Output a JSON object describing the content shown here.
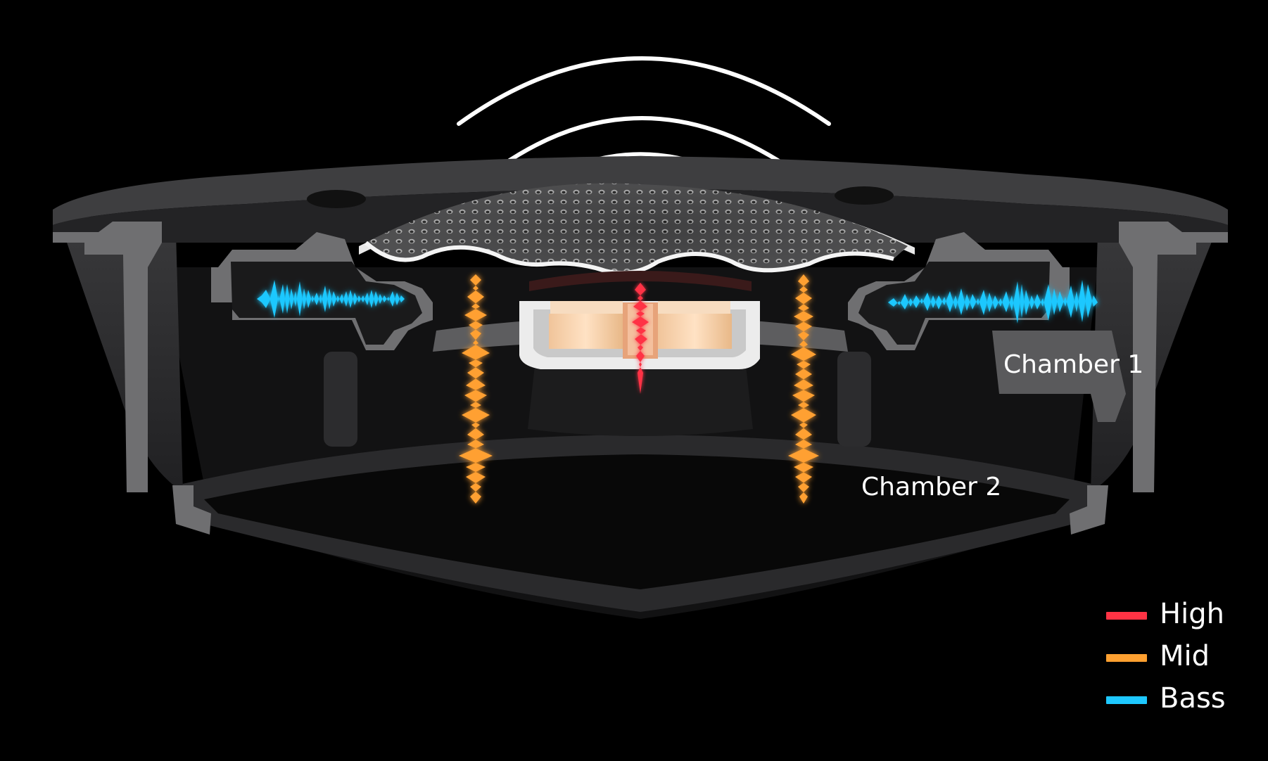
{
  "labels": {
    "chamber_1": "Chamber 1",
    "chamber_2": "Chamber 2"
  },
  "legend": [
    {
      "label": "High",
      "color": "#ff3344"
    },
    {
      "label": "Mid",
      "color": "#ffa030"
    },
    {
      "label": "Bass",
      "color": "#1ec8ff"
    }
  ],
  "colors": {
    "background": "#000000",
    "housing": "#2c2c2e",
    "cut_face": "#7a7a7c",
    "magnet": "#f2caa0",
    "high": "#ff3344",
    "mid": "#ffa030",
    "bass": "#1ec8ff"
  }
}
